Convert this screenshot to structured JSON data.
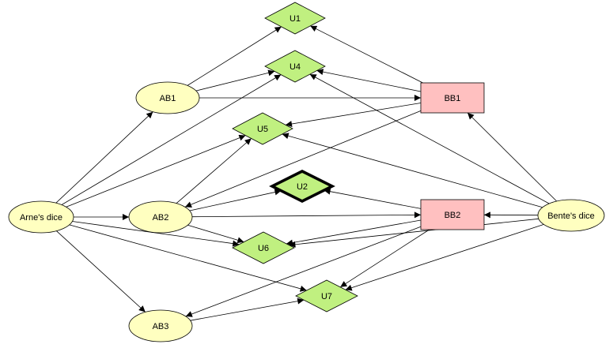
{
  "diagram": {
    "nodes": [
      {
        "id": "u1",
        "label": "U1",
        "kind": "utility"
      },
      {
        "id": "u4",
        "label": "U4",
        "kind": "utility"
      },
      {
        "id": "u5",
        "label": "U5",
        "kind": "utility"
      },
      {
        "id": "u2",
        "label": "U2",
        "kind": "utility-selected"
      },
      {
        "id": "u6",
        "label": "U6",
        "kind": "utility"
      },
      {
        "id": "u7",
        "label": "U7",
        "kind": "utility"
      },
      {
        "id": "ab1",
        "label": "AB1",
        "kind": "chance"
      },
      {
        "id": "ab2",
        "label": "AB2",
        "kind": "chance"
      },
      {
        "id": "ab3",
        "label": "AB3",
        "kind": "chance"
      },
      {
        "id": "arne",
        "label": "Arne's dice",
        "kind": "chance"
      },
      {
        "id": "bente",
        "label": "Bente's dice",
        "kind": "chance"
      },
      {
        "id": "bb1",
        "label": "BB1",
        "kind": "decision"
      },
      {
        "id": "bb2",
        "label": "BB2",
        "kind": "decision"
      }
    ],
    "edges": [
      [
        "ab1",
        "u1"
      ],
      [
        "ab1",
        "u4"
      ],
      [
        "ab1",
        "bb1"
      ],
      [
        "bb1",
        "u1"
      ],
      [
        "bb1",
        "u4"
      ],
      [
        "bb1",
        "u5"
      ],
      [
        "bb1",
        "ab2"
      ],
      [
        "arne",
        "ab1"
      ],
      [
        "arne",
        "u4"
      ],
      [
        "arne",
        "u5"
      ],
      [
        "arne",
        "ab2"
      ],
      [
        "arne",
        "u6"
      ],
      [
        "arne",
        "u7"
      ],
      [
        "arne",
        "ab3"
      ],
      [
        "ab2",
        "u5"
      ],
      [
        "ab2",
        "u2"
      ],
      [
        "ab2",
        "bb2"
      ],
      [
        "ab2",
        "u6"
      ],
      [
        "bb2",
        "u2"
      ],
      [
        "bb2",
        "u6"
      ],
      [
        "bb2",
        "u7"
      ],
      [
        "bb2",
        "ab3"
      ],
      [
        "bente",
        "bb2"
      ],
      [
        "bente",
        "bb1"
      ],
      [
        "bente",
        "u5"
      ],
      [
        "bente",
        "u4"
      ],
      [
        "bente",
        "u6"
      ],
      [
        "bente",
        "u7"
      ],
      [
        "ab3",
        "u7"
      ]
    ],
    "colors": {
      "chance_fill": "#ffffc0",
      "utility_fill": "#c0f080",
      "decision_fill": "#ffc0c0",
      "stroke": "#000000"
    }
  }
}
